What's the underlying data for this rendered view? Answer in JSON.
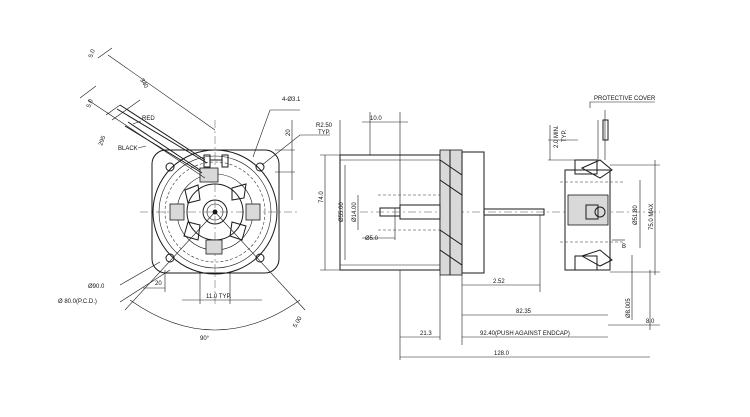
{
  "labels": {
    "wire_len_340": "340",
    "wire_dim_5_top": "5.0",
    "wire_dim_5_mid": "5.0",
    "wire_len_295": "295",
    "red": "RED",
    "black": "BLACK",
    "holes": "4-Ø3.1",
    "radius": "R2.50",
    "typ": "TYP.",
    "dim_20_top": "20",
    "dim_20_bottom": "20",
    "dim_11": "11.0 TYP.",
    "dia_90": "Ø90.0",
    "pcd_80": "Ø 80.0(P.C.D.)",
    "angle_90": "90°",
    "dim_5_bottom": "5.00",
    "dim_10": "10.0",
    "dim_74": "74.0",
    "dia_55": "Ø55.00",
    "dia_14": "Ø14.00",
    "dia_5": "Ø5.0",
    "dim_2_52": "2.52",
    "dim_82_35": "82.35",
    "dim_21_3": "21.3",
    "dim_92_40": "92.40(PUSH AGAINST ENDCAP)",
    "dim_128": "128.0",
    "protective_cover": "PROTECTIVE COVER",
    "dim_2_min": "2.0 MIN.",
    "typ_side": "TYP.",
    "dia_51_80": "Ø51.80",
    "dim_75_max": "75.0 MAX",
    "dia_8_005": "Ø8.005",
    "dim_8": "8.0",
    "section_b": "B"
  }
}
